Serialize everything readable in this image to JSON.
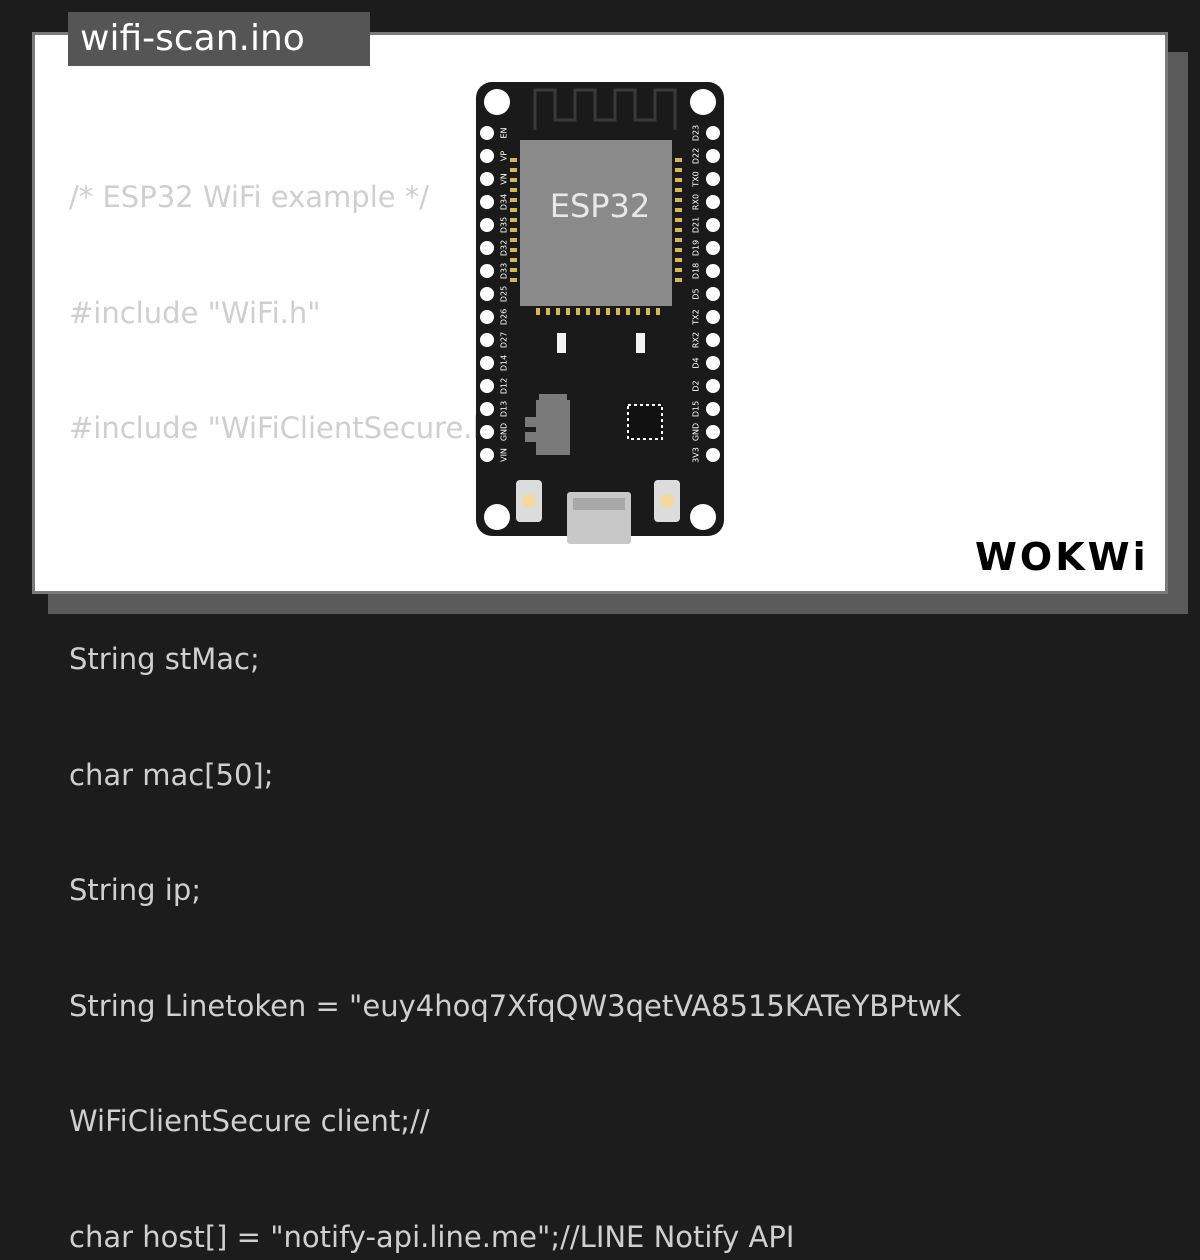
{
  "header": {
    "filename": "wifi-scan.ino"
  },
  "code_lines": [
    "/* ESP32 WiFi example */",
    "#include \"WiFi.h\"",
    "#include \"WiFiClientSecure.h\"",
    "",
    "String stMac;",
    "char mac[50];",
    "String ip;",
    "String Linetoken = \"euy4hoq7XfqQW3qetVA8515KATeYBPtwK",
    "WiFiClientSecure client;//",
    "char host[] = \"notify-api.line.me\";//LINE Notify API"
  ],
  "board": {
    "chip_label": "ESP32",
    "left_pins": [
      "EN",
      "VP",
      "VN",
      "D34",
      "D35",
      "D32",
      "D33",
      "D25",
      "D26",
      "D27",
      "D14",
      "D12",
      "D13",
      "GND",
      "VIN"
    ],
    "right_pins": [
      "D23",
      "D22",
      "TX0",
      "RX0",
      "D21",
      "D19",
      "D18",
      "D5",
      "TX2",
      "RX2",
      "D4",
      "D2",
      "D15",
      "GND",
      "3V3"
    ]
  },
  "logo": {
    "text": "WOKWi"
  },
  "colors": {
    "background": "#1c1c1c",
    "card": "#ffffff",
    "tab": "#555555",
    "code_text": "#cfcfcf",
    "board": "#1a1a1a",
    "chip": "#8a8a8a",
    "gold": "#d6b85a"
  }
}
